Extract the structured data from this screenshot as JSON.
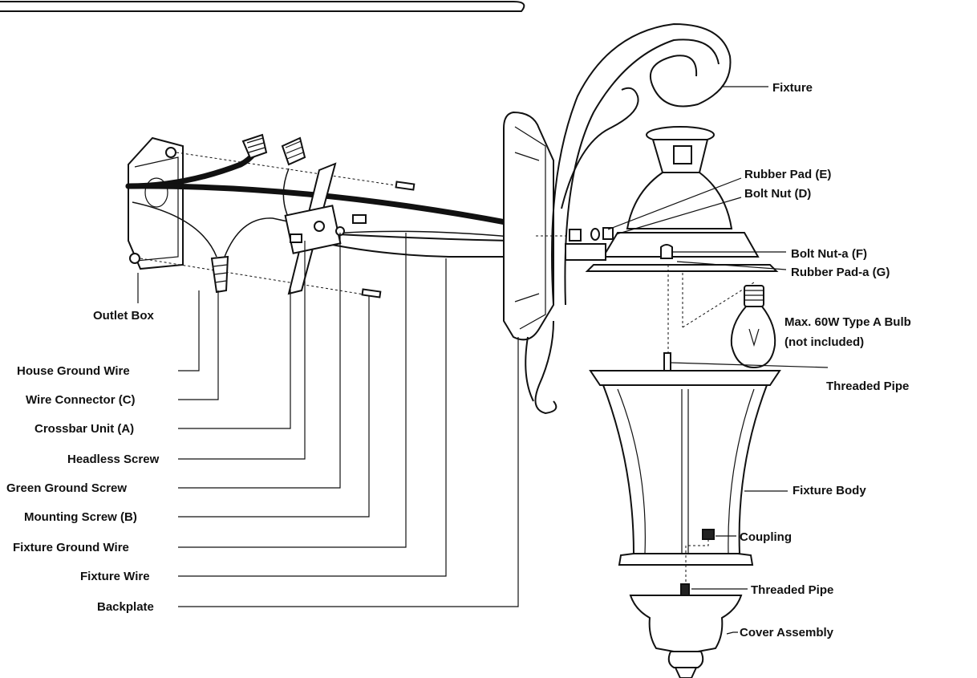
{
  "labels": {
    "fixture": "Fixture",
    "rubber_pad_e": "Rubber Pad (E)",
    "bolt_nut_d": "Bolt Nut (D)",
    "bolt_nut_a_f": "Bolt Nut-a (F)",
    "rubber_pad_a_g": "Rubber Pad-a (G)",
    "bulb_line1": "Max. 60W Type A  Bulb",
    "bulb_line2": "(not included)",
    "threaded_pipe_top": "Threaded Pipe",
    "fixture_body": "Fixture Body",
    "coupling": "Coupling",
    "threaded_pipe_bottom": "Threaded Pipe",
    "cover_assembly": "Cover Assembly",
    "outlet_box": "Outlet Box",
    "house_ground_wire": "House Ground Wire",
    "wire_connector_c": "Wire Connector (C)",
    "crossbar_unit_a": "Crossbar Unit (A)",
    "headless_screw": "Headless Screw",
    "green_ground_screw": "Green Ground Screw",
    "mounting_screw_b": "Mounting Screw (B)",
    "fixture_ground_wire": "Fixture Ground Wire",
    "fixture_wire": "Fixture Wire",
    "backplate": "Backplate"
  }
}
